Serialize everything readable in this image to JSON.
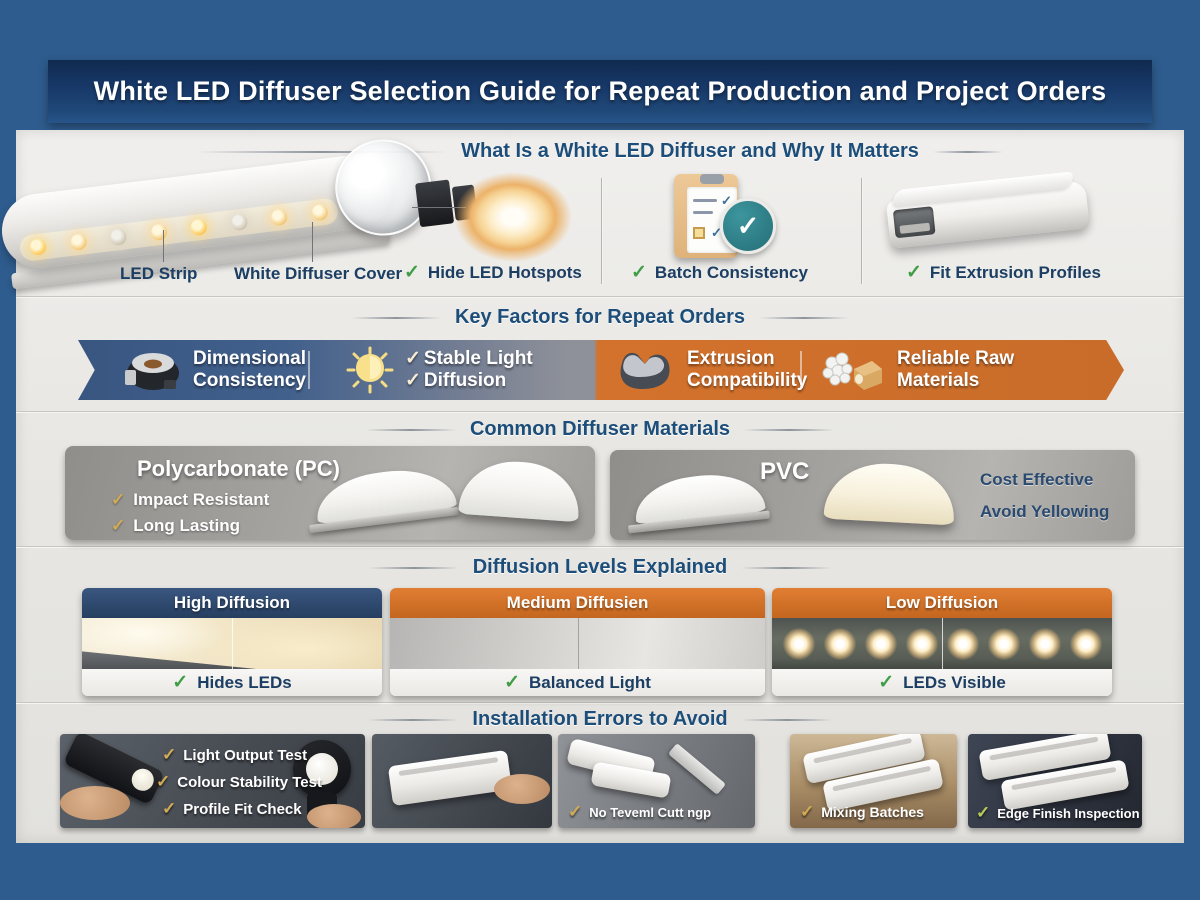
{
  "page": {
    "title": "White LED Diffuser Selection Guide for Repeat Production and Project Orders"
  },
  "glyphs": {
    "check": "✓"
  },
  "colors": {
    "frame_blue": "#2e5c8e",
    "banner_navy": "#15345d",
    "content_bg": "#e9e8e4",
    "heading_blue": "#1d4e7a",
    "label_navy": "#1c3e63",
    "green_check": "#3f9e45",
    "gold_check": "#d2ab55",
    "teal_badge": "#2e7d85",
    "ribbon_blue": "#3d5b86",
    "ribbon_gray": "#8e9199",
    "ribbon_orange": "#d0702c",
    "card_gray": "#a5a3a0",
    "diffusion_header_blue": "#2e4a74",
    "diffusion_header_orange": "#d4712e"
  },
  "sections": {
    "what_is": {
      "title": "What Is a White LED Diffuser and Why It Matters",
      "led_strip_label": "LED Strip",
      "diffuser_cover_label": "White Diffuser Cover",
      "benefits": [
        {
          "label": "Hide LED Hotspots"
        },
        {
          "label": "Batch Consistency"
        },
        {
          "label": "Fit Extrusion Profiles"
        }
      ]
    },
    "key_factors": {
      "title": "Key Factors for Repeat Orders",
      "items": [
        {
          "icon": "caliper-icon",
          "line1": "Dimensional",
          "line2": "Consistency"
        },
        {
          "icon": "bulb-icon",
          "line1": "Stable Light",
          "line2": "Diffusion"
        },
        {
          "icon": "extrusion-die-icon",
          "line1": "Extrusion",
          "line2": "Compatibility"
        },
        {
          "icon": "raw-materials-icon",
          "line1": "Reliable Raw",
          "line2": "Materials"
        }
      ]
    },
    "materials": {
      "title": "Common Diffuser Materials",
      "cards": [
        {
          "name": "Polycarbonate (PC)",
          "points": [
            "Impact Resistant",
            "Long Lasting"
          ]
        },
        {
          "name": "PVC",
          "points": [
            "Cost Effective",
            "Avoid Yellowing"
          ]
        }
      ]
    },
    "diffusion": {
      "title": "Diffusion Levels Explained",
      "cards": [
        {
          "header": "High Diffusion",
          "caption": "Hides LEDs"
        },
        {
          "header": "Medium Diffusien",
          "caption": "Balanced Light"
        },
        {
          "header": "Low Diffusion",
          "caption": "LEDs Visible"
        }
      ]
    },
    "installation": {
      "title": "Installation Errors to Avoid",
      "photos": [
        {
          "checks": [
            "Light Output Test",
            "Colour Stability Test",
            "Profile Fit Check"
          ]
        },
        {
          "checks": []
        },
        {
          "caption": "No Teveml Cutt ngp"
        },
        {
          "caption": "Mixing Batches"
        },
        {
          "caption": "Edge Finish Inspection"
        }
      ]
    }
  }
}
